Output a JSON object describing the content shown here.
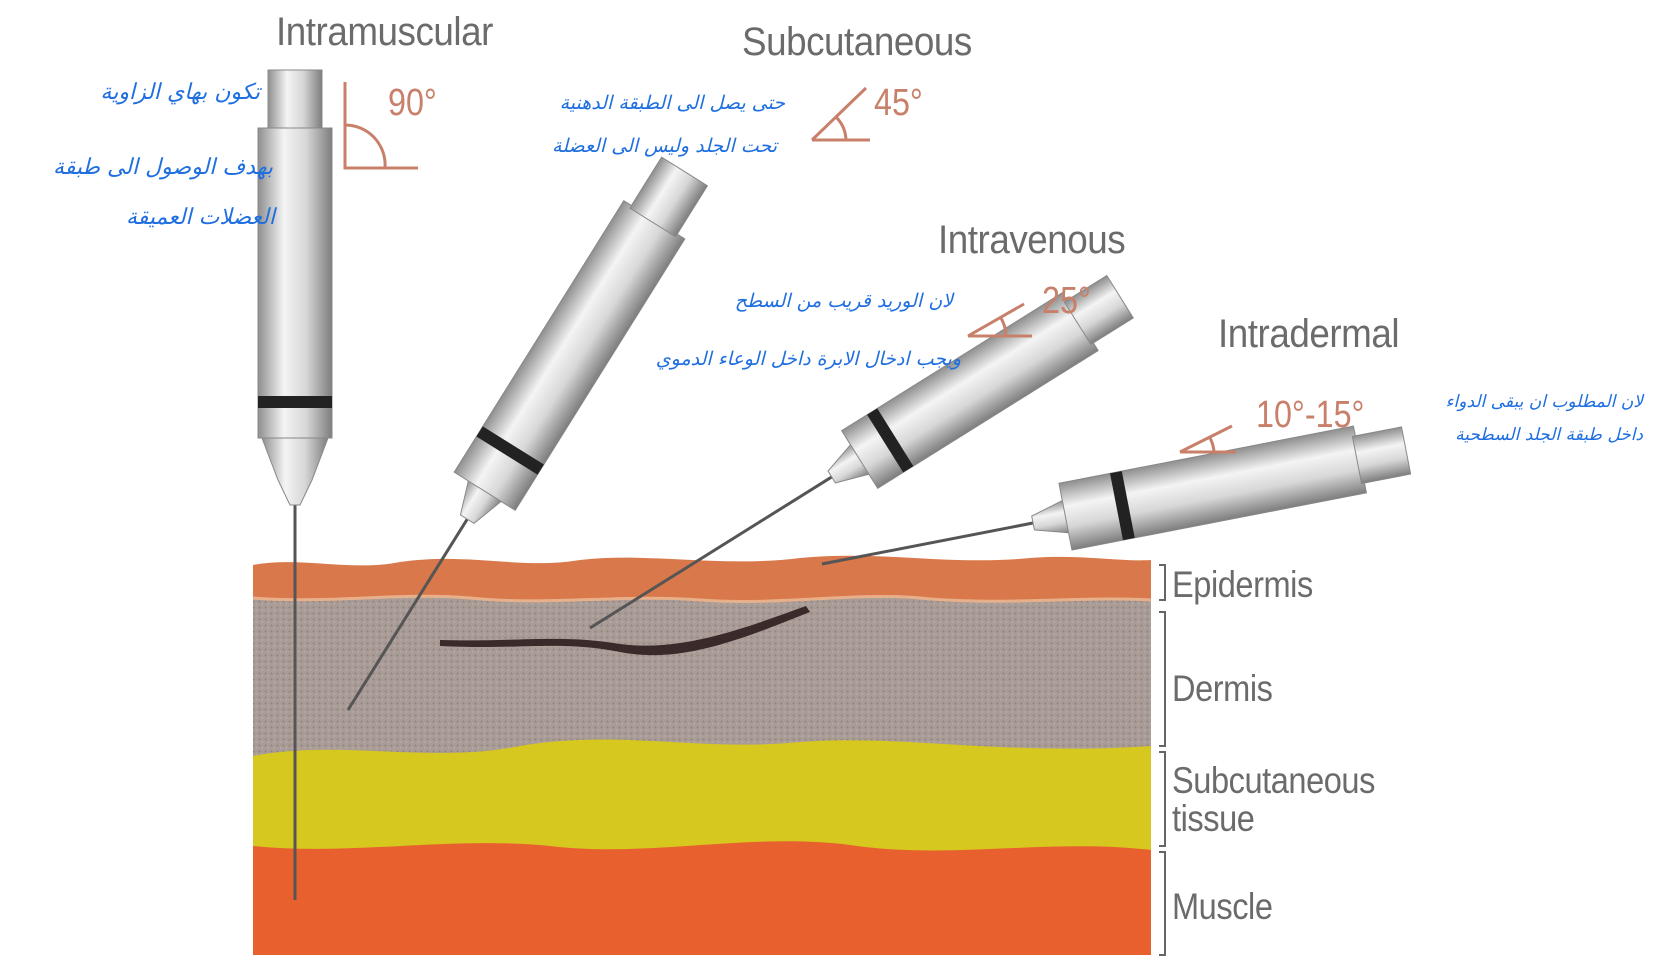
{
  "labels": {
    "intramuscular": "Intramuscular",
    "subcutaneous": "Subcutaneous",
    "intravenous": "Intravenous",
    "intradermal": "Intradermal"
  },
  "angles": {
    "intramuscular": "90°",
    "subcutaneous": "45°",
    "intravenous": "25°",
    "intradermal": "10°-15°"
  },
  "layers": {
    "epidermis": "Epidermis",
    "dermis": "Dermis",
    "subcutaneous_line1": "Subcutaneous",
    "subcutaneous_line2": "tissue",
    "muscle": "Muscle"
  },
  "notes": {
    "intramuscular": [
      "تكون بهاي الزاوية",
      "بهدف الوصول الى طبقة",
      "العضلات العميقة"
    ],
    "subcutaneous": [
      "حتى يصل الى الطبقة الدهنية",
      "تحت الجلد وليس الى العضلة"
    ],
    "intravenous": [
      "لان الوريد قريب من السطح",
      "ويجب ادخال الابرة داخل الوعاء الدموي"
    ],
    "intradermal": [
      "لان المطلوب ان يبقى الدواء",
      "داخل طبقة الجلد السطحية"
    ]
  },
  "colors": {
    "epidermis": "#d9784a",
    "dermis": "#a89a93",
    "subcutaneous": "#d6c81e",
    "muscle": "#e8602e",
    "annotation": "#1f6fe0",
    "angle_text": "#c8806a"
  }
}
